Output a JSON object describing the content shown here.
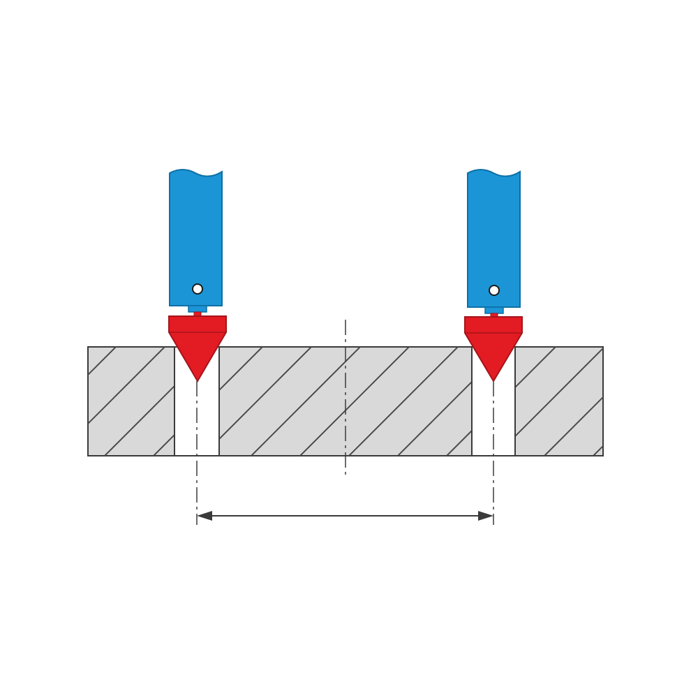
{
  "diagram": {
    "labels": [],
    "colors": {
      "background": "#ffffff",
      "plate_fill": "#d9d9d9",
      "outline": "#3a3a3a",
      "hatch": "#4a4a4a",
      "probe_blue": "#1b95d6",
      "probe_blue_edge": "#0d6fa6",
      "cone_red": "#e31b23",
      "cone_red_edge": "#a5141a",
      "hole_fill": "#ffffff",
      "dimension": "#3a3a3a"
    },
    "parts": {
      "plate": "workpiece-plate",
      "holes": [
        "left-hole",
        "right-hole"
      ],
      "probes": [
        "left-probe",
        "right-probe"
      ],
      "dimension": "center-distance-dimension"
    }
  }
}
